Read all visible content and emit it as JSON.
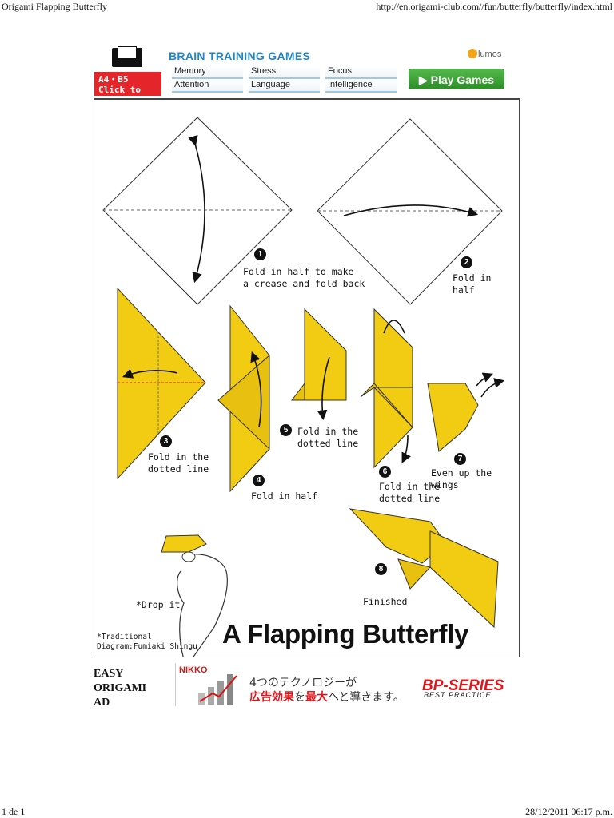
{
  "print_header": {
    "title": "Origami Flapping Butterfly",
    "url": "http://en.origami-club.com//fun/butterfly/butterfly/index.html"
  },
  "print_footer": {
    "page": "1 de 1",
    "datetime": "28/12/2011 06:17 p.m."
  },
  "print_button": {
    "label_line1": "A4・B5",
    "label_line2": "Click to Print"
  },
  "brain_ad": {
    "title": "BRAIN TRAINING GAMES",
    "categories": [
      "Memory",
      "Attention",
      "Stress",
      "Language",
      "Focus",
      "Intelligence"
    ],
    "brand": "lumos",
    "button": "▶ Play Games",
    "accent_color": "#1f86c8",
    "button_color": "#3fa23a"
  },
  "diagram": {
    "title": "A Flapping Butterfly",
    "credit": "*Traditional\nDiagram:Fumiaki Shingu",
    "drop_note": "*Drop it",
    "paper_color": "#f2cc12",
    "steps": [
      {
        "num": "1",
        "text": "Fold in half to make\na crease and fold back"
      },
      {
        "num": "2",
        "text": "Fold in half"
      },
      {
        "num": "3",
        "text": "Fold in the\ndotted line"
      },
      {
        "num": "4",
        "text": "Fold in half"
      },
      {
        "num": "5",
        "text": "Fold in the\ndotted line"
      },
      {
        "num": "6",
        "text": "Fold in the\ndotted line"
      },
      {
        "num": "7",
        "text": "Even up the wings"
      },
      {
        "num": "8",
        "text": "Finished"
      }
    ]
  },
  "bottom_ad": {
    "side_text": "EASY\nORIGAMI\nAD",
    "brand": "NIKKO",
    "line1": "4つのテクノロジーが",
    "line2_a": "広告効果",
    "line2_b": "を",
    "line2_c": "最大",
    "line2_d": "へと導きます。",
    "product": "BP-SERIES",
    "product_sub": "BEST PRACTICE"
  }
}
